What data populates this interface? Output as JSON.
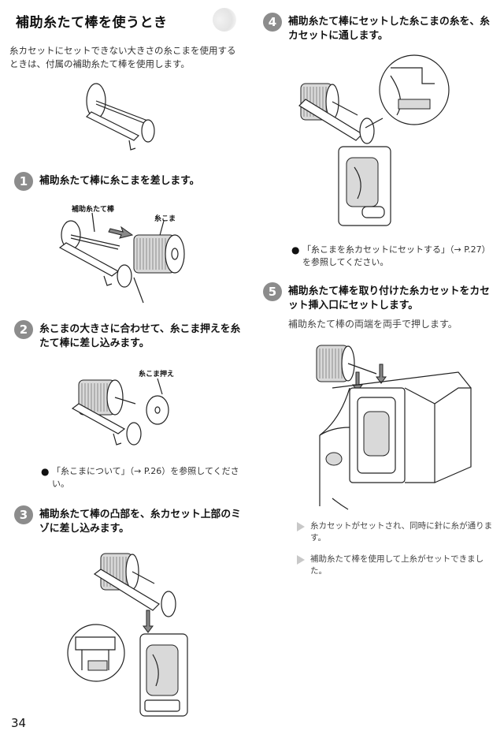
{
  "header": {
    "title": "補助糸たて棒を使うとき"
  },
  "intro": "糸カセットにセットできない大きさの糸こまを使用するときは、付属の補助糸たて棒を使用します。",
  "steps": [
    {
      "num": "1",
      "text": "補助糸たて棒に糸こまを差します。"
    },
    {
      "num": "2",
      "text": "糸こまの大きさに合わせて、糸こま押えを糸たて棒に差し込みます。"
    },
    {
      "num": "3",
      "text": "補助糸たて棒の凸部を、糸カセット上部のミゾに差し込みます。"
    },
    {
      "num": "4",
      "text": "補助糸たて棒にセットした糸こまの糸を、糸カセットに通します。"
    },
    {
      "num": "5",
      "text": "補助糸たて棒を取り付けた糸カセットをカセット挿入口にセットします。"
    }
  ],
  "labels": {
    "aux_rod": "補助糸たて棒",
    "spool": "糸こま",
    "spool_holder": "糸こま押え"
  },
  "notes": {
    "step2": "「糸こまについて」（→ P.26）を参照してください。",
    "step4": "「糸こまを糸カセットにセットする」（→ P.27）を参照してください。"
  },
  "step5_sub": "補助糸たて棒の両端を両手で押します。",
  "results": [
    "糸カセットがセットされ、同時に針に糸が通ります。",
    "補助糸たて棒を使用して上糸がセットできました。"
  ],
  "page_number": "34",
  "colors": {
    "step_badge": "#8c8c8c",
    "result_triangle": "#c8c8c8"
  }
}
